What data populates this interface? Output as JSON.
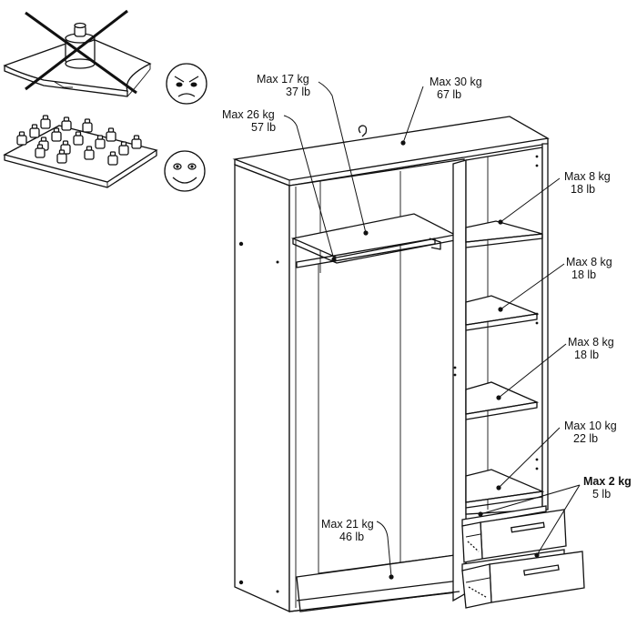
{
  "labels": {
    "top_shelf": {
      "kg": "Max 17 kg",
      "lb": "37 lb"
    },
    "top_panel": {
      "kg": "Max 30 kg",
      "lb": "67 lb"
    },
    "hanging_rail": {
      "kg": "Max 26 kg",
      "lb": "57 lb"
    },
    "shelf_1": {
      "kg": "Max 8 kg",
      "lb": "18 lb"
    },
    "shelf_2": {
      "kg": "Max 8 kg",
      "lb": "18 lb"
    },
    "shelf_3": {
      "kg": "Max 8 kg",
      "lb": "18 lb"
    },
    "bottom_shelf": {
      "kg": "Max 10 kg",
      "lb": "22 lb"
    },
    "drawers": {
      "kg": "Max 2 kg",
      "lb": "5 lb"
    },
    "bottom_left": {
      "kg": "Max 21 kg",
      "lb": "46 lb"
    }
  },
  "icons": {
    "bad": "angry-face-icon",
    "good": "smiling-face-icon"
  }
}
